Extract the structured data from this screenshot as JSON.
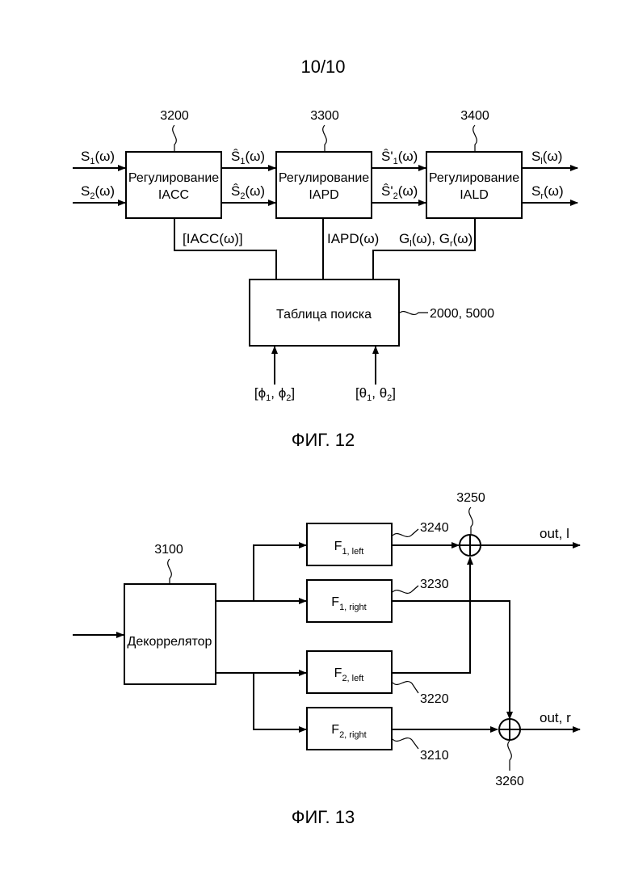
{
  "page_label": "10/10",
  "fig12": {
    "caption": "ФИГ. 12",
    "blocks": [
      {
        "ref": "3200",
        "line1": "Регулирование",
        "line2": "IACC"
      },
      {
        "ref": "3300",
        "line1": "Регулирование",
        "line2": "IAPD"
      },
      {
        "ref": "3400",
        "line1": "Регулирование",
        "line2": "IALD"
      }
    ],
    "lookup": {
      "ref": "2000, 5000",
      "label": "Таблица поиска"
    },
    "signals": {
      "s1": {
        "base": "S",
        "sub": "1",
        "arg": "(ω)"
      },
      "s2": {
        "base": "S",
        "sub": "2",
        "arg": "(ω)"
      },
      "sh1": {
        "base": "Ŝ",
        "sub": "1",
        "arg": "(ω)"
      },
      "sh2": {
        "base": "Ŝ",
        "sub": "2",
        "arg": "(ω)"
      },
      "shp1": {
        "base": "Ŝ'",
        "sub": "1",
        "arg": "(ω)"
      },
      "shp2": {
        "base": "Ŝ'",
        "sub": "2",
        "arg": "(ω)"
      },
      "sl": {
        "base": "S",
        "sub": "l",
        "arg": "(ω)"
      },
      "sr": {
        "base": "S",
        "sub": "r",
        "arg": "(ω)"
      }
    },
    "params": {
      "iacc": "[IACC(ω)]",
      "iapd": "IAPD(ω)",
      "gains": {
        "g1": "G",
        "g1sub": "l",
        "mid": "(ω), G",
        "g2sub": "r",
        "end": "(ω)"
      }
    },
    "inputs": {
      "phi": {
        "open": "[ϕ",
        "sub1": "1",
        "sep": ", ϕ",
        "sub2": "2",
        "close": "]"
      },
      "theta": {
        "open": "[θ",
        "sub1": "1",
        "sep": ", θ",
        "sub2": "2",
        "close": "]"
      }
    }
  },
  "fig13": {
    "caption": "ФИГ. 13",
    "decorrelator": {
      "ref": "3100",
      "label": "Декоррелятор"
    },
    "filters": [
      {
        "ref": "3240",
        "base": "F",
        "sub": "1, left"
      },
      {
        "ref": "3230",
        "base": "F",
        "sub": "1, right"
      },
      {
        "ref": "3220",
        "base": "F",
        "sub": "2, left"
      },
      {
        "ref": "3210",
        "base": "F",
        "sub": "2, right"
      }
    ],
    "adders": [
      {
        "ref": "3250",
        "output": "out, l"
      },
      {
        "ref": "3260",
        "output": "out, r"
      }
    ]
  }
}
